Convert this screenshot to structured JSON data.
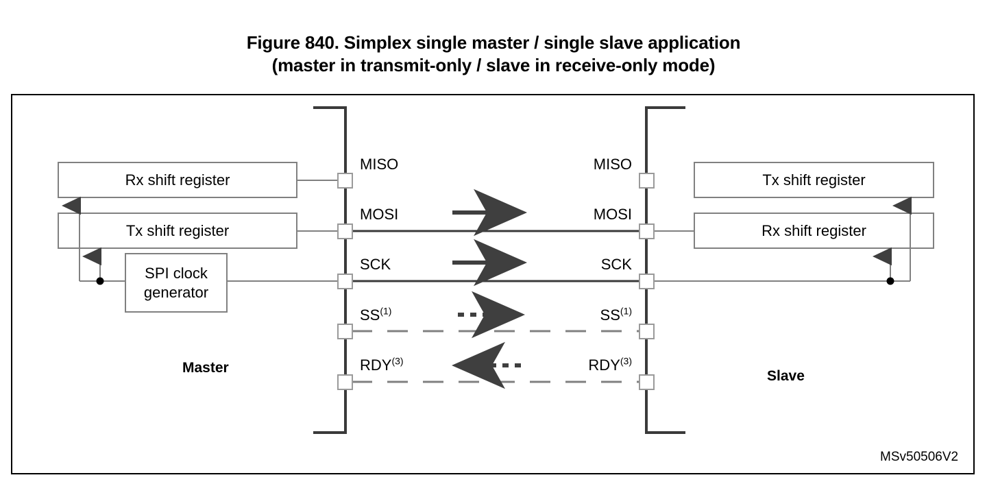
{
  "figure": {
    "title_line1": "Figure 840. Simplex single master / single slave application",
    "title_line2": "(master in transmit-only / slave in receive-only mode)",
    "reference_code": "MSv50506V2"
  },
  "colors": {
    "frame": "#000000",
    "bus_bar": "#3a3a3a",
    "box_border": "#808080",
    "wire": "#808080",
    "signal_wire": "#3a3a3a",
    "arrow": "#3f3f3f",
    "background": "#ffffff"
  },
  "master": {
    "role_label": "Master",
    "blocks": [
      {
        "label": "Rx shift register"
      },
      {
        "label": "Tx shift register"
      },
      {
        "label": "SPI clock\ngenerator",
        "line1": "SPI clock",
        "line2": "generator"
      }
    ],
    "pins": [
      {
        "label": "MISO",
        "note": ""
      },
      {
        "label": "MOSI",
        "note": ""
      },
      {
        "label": "SCK",
        "note": ""
      },
      {
        "label": "SS",
        "note": "(1)"
      },
      {
        "label": "RDY",
        "note": "(3)"
      }
    ]
  },
  "slave": {
    "role_label": "Slave",
    "blocks": [
      {
        "label": "Tx shift register"
      },
      {
        "label": "Rx shift register"
      }
    ],
    "pins": [
      {
        "label": "MISO",
        "note": ""
      },
      {
        "label": "MOSI",
        "note": ""
      },
      {
        "label": "SCK",
        "note": ""
      },
      {
        "label": "SS",
        "note": "(1)"
      },
      {
        "label": "RDY",
        "note": "(3)"
      }
    ]
  },
  "signals": [
    {
      "name": "MISO",
      "style": "none",
      "direction": "none",
      "connected": false
    },
    {
      "name": "MOSI",
      "style": "solid",
      "direction": "master-to-slave",
      "connected": true
    },
    {
      "name": "SCK",
      "style": "solid",
      "direction": "master-to-slave",
      "connected": true
    },
    {
      "name": "SS",
      "style": "dashed",
      "direction": "master-to-slave",
      "connected": true
    },
    {
      "name": "RDY",
      "style": "dashed",
      "direction": "slave-to-master",
      "connected": true
    }
  ]
}
